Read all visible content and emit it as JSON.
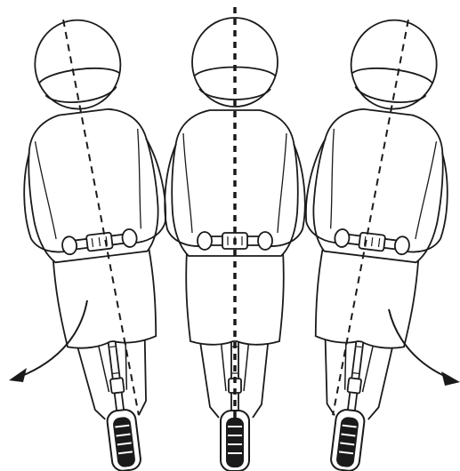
{
  "figure": {
    "riders": [
      {
        "id": "left",
        "lean": "left"
      },
      {
        "id": "center",
        "lean": "upright"
      },
      {
        "id": "right",
        "lean": "right"
      }
    ],
    "arrows": [
      {
        "id": "left",
        "direction": "left"
      },
      {
        "id": "right",
        "direction": "right"
      }
    ],
    "colors": {
      "stroke": "#1a1a1a",
      "fill": "#ffffff",
      "background": "#ffffff"
    }
  }
}
